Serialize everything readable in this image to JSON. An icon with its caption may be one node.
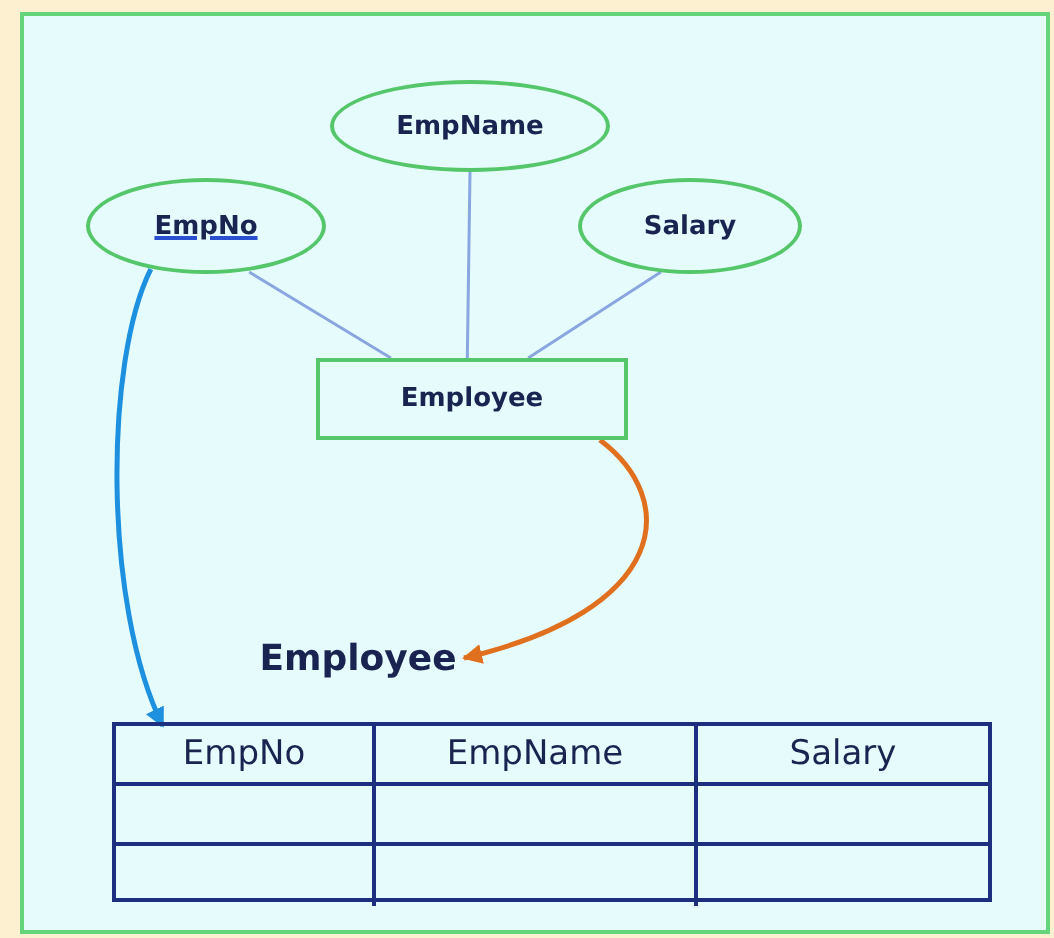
{
  "diagram": {
    "nodes": [
      {
        "text": [
          "EmpName"
        ]
      },
      {
        "text": [
          "EmpNo"
        ]
      },
      {
        "text": [
          "Salary"
        ]
      },
      {
        "text": [
          "Employee"
        ]
      },
      {
        "text": [
          "Employee"
        ]
      },
      {
        "text": [],
        "shape": "table"
      },
      {
        "text": [
          "EmpNo"
        ],
        "in": 5
      },
      {
        "text": [
          "EmpName"
        ],
        "in": 5
      },
      {
        "text": [
          "Salary"
        ],
        "in": 5
      }
    ],
    "edges": [
      {
        "from": 1,
        "to": 3,
        "arrow": "none"
      },
      {
        "from": 0,
        "to": 3,
        "arrow": "none"
      },
      {
        "from": 2,
        "to": 3,
        "arrow": "none"
      },
      {
        "from": 3,
        "to": 4,
        "arrow": "to",
        "color": "#e0701e"
      },
      {
        "from": 1,
        "to": 6,
        "arrow": "to",
        "color": "#1e90e0"
      }
    ]
  }
}
